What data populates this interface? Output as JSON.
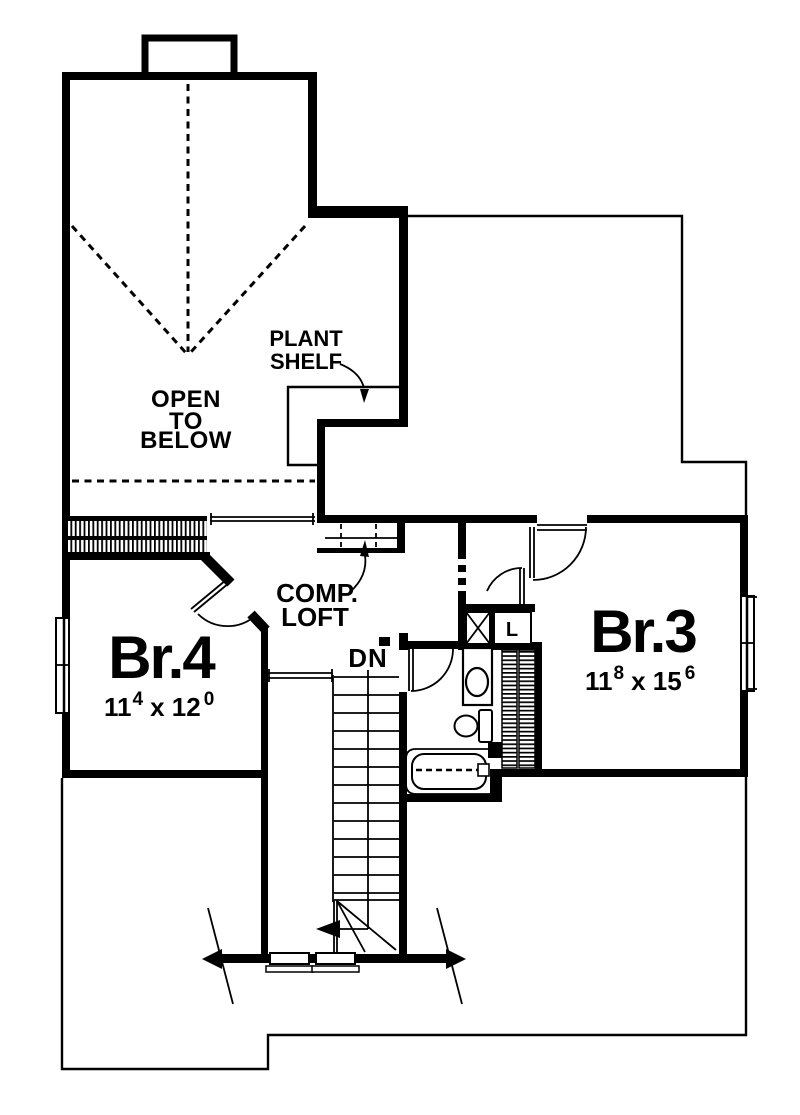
{
  "document": {
    "type": "second-floor-plan",
    "background": "#ffffff",
    "ink": "#000000"
  },
  "labels": {
    "open_to_below": {
      "line1": "OPEN",
      "line2": "TO",
      "line3": "BELOW"
    },
    "plant_shelf": {
      "line1": "PLANT",
      "line2": "SHELF"
    },
    "comp_loft": {
      "line1": "COMP.",
      "line2": "LOFT"
    },
    "stairs_direction": "DN",
    "linen_closet": "L"
  },
  "rooms": {
    "br4": {
      "name": "Br.4",
      "dim": {
        "b1": "11",
        "s1": "4",
        "b2": "x 12",
        "s2": "0"
      }
    },
    "br3": {
      "name": "Br.3",
      "dim": {
        "b1": "11",
        "s1": "8",
        "b2": "x 15",
        "s2": "6"
      }
    }
  }
}
